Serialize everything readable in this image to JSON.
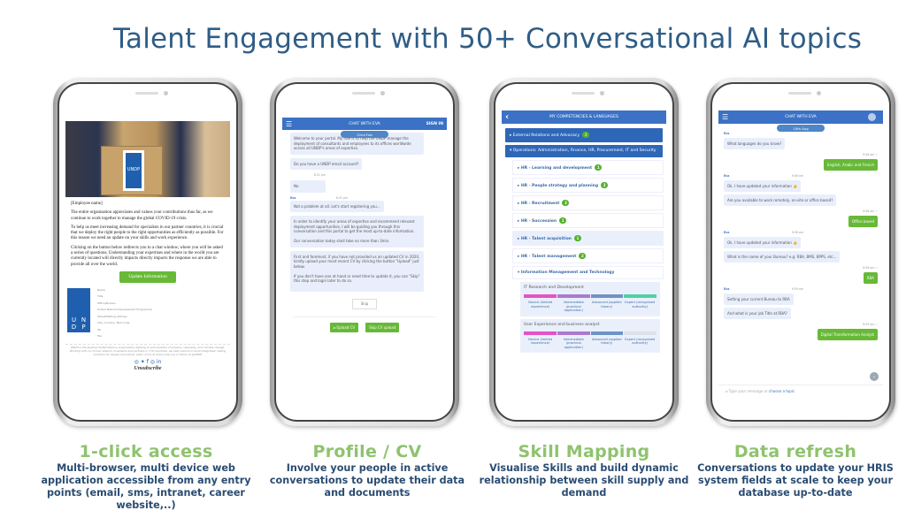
{
  "title": "Talent Engagement with 50+ Conversational AI topics",
  "colors": {
    "title": "#2f5d86",
    "caption_heading": "#8ec36e",
    "caption_body": "#2a4c72",
    "header_blue": "#3b72c5",
    "green": "#67b937"
  },
  "phone1": {
    "box_label": "UNDP",
    "greeting": "[Employee name]",
    "paragraphs": [
      "The entire organisation appreciates and values your contributions thus far, as we continue to work together to manage the global COVID-19 crisis.",
      "To help us meet increasing demand for specialists in our partner countries, it is crucial that we deploy the right people to the right opportunities as efficiently as possible. For this reason we need an update on your skills and work experience.",
      "Clicking on the button below redirects you to a chat window, where you will be asked a series of questions. Understanding your expertises and where in the world you are currently located will directly impacts directly impacts the response we are able to provide all over the world."
    ],
    "button": "Update Information",
    "logo_letters": [
      "U",
      "N",
      "D",
      "P"
    ],
    "signature": [
      "Name",
      "Title",
      "Office/Bureau",
      "United Nations Development Programme",
      "Street/Mailing address",
      "City, Country, Mail Code",
      "Tel",
      "Fax"
    ],
    "footer": "UNDP is the leading United Nations organization fighting to end injustice of poverty, inequality, and climate change. Working with our broad network of experts and partners in 170 countries, we help nations to build integrated, lasting solutions for people and planet. Learn more at www.undp.org or follow at @UNDP.",
    "social": "◎ ✦ f ◎ in",
    "unsubscribe": "Unsubscribe"
  },
  "phone2": {
    "header": "CHAT WITH EVA",
    "menu_icon": "hamburger-icon",
    "sign_in": "SIGN IN",
    "date": "22nd Feb",
    "m1": "Welcome to your portal. My role is to help the UNDP manage the deployment of consultants and employees to its offices worldwide across all UNDP's areas of expertise.",
    "m2": "Do you have a UNDP email account?",
    "t1": "6:31 pm",
    "m3": "No",
    "sender": "Eva",
    "t2": "6:31 pm",
    "m4": "Not a problem at all. Let's start registering you...",
    "m5a": "In order to identify your areas of expertise and recommend relevant deployment opportunities, I will be guiding you through this conversation and this portal to get the most up-to-date information.",
    "m5b": "Our conversation today shall take no more than 3min.",
    "m6a": "First and foremost, if you have not provided us an updated CV in 2020, kindly upload your most recent CV by clicking the button \"Upload\" just below.",
    "m6b": "If you don't have one at hand or need time to update it, you can \"Skip\" this step and login later to do so.",
    "skip": "Skip",
    "upload": "Upload CV",
    "skip_upload": "Skip CV upload"
  },
  "phone3": {
    "header": "MY COMPETENCIES & LANGUAGES",
    "cat1": {
      "label": "External Relations and Advocacy",
      "count": "3"
    },
    "cat2": "Operations: Administration, Finance, HR, Procurement, IT and Security",
    "subs": [
      {
        "label": "HR - Learning and development",
        "count": "1"
      },
      {
        "label": "HR - People strategy and planning",
        "count": "2"
      },
      {
        "label": "HR - Recruitment",
        "count": "2"
      },
      {
        "label": "HR - Succession",
        "count": "1"
      },
      {
        "label": "HR - Talent acquisition",
        "count": "1"
      },
      {
        "label": "HR - Talent management",
        "count": "2"
      }
    ],
    "sub_open": "Information Management and Technology",
    "levels": [
      "Novice (limited experience)",
      "Intermediate (practical application)",
      "Advanced (applied theory)",
      "Expert (recognized authority)"
    ],
    "skills": [
      {
        "name": "IT Research and Development",
        "level": 4
      },
      {
        "name": "User Experience and business analyst",
        "level": 3
      }
    ]
  },
  "phone4": {
    "header": "CHAT WITH EVA",
    "date": "10th Aug",
    "msgs": [
      {
        "from": "eva",
        "text": "What languages do you know?",
        "meta": "Eva"
      },
      {
        "from": "user",
        "text": "English, Arabic and French",
        "meta": "9:58 am ✓"
      },
      {
        "from": "eva",
        "text": "Ok. I have updated your information 👍",
        "meta": "Eva",
        "time": "9:58 am"
      },
      {
        "from": "eva",
        "text": "Are you available to work remotely, on-site or office based?"
      },
      {
        "from": "user",
        "text": "Office based",
        "meta": "9:58 am ✓"
      },
      {
        "from": "eva",
        "text": "Ok. I have updated your information 👍",
        "meta": "Eva",
        "time": "9:58 am"
      },
      {
        "from": "eva",
        "text": "What is the name of your Bureau? e.g: RBA, BMS, BPPS, etc..."
      },
      {
        "from": "user",
        "text": "RBA",
        "meta": "9:58 am ✓"
      },
      {
        "from": "eva",
        "text": "Setting your current Bureau to RBA",
        "meta": "Eva",
        "time": "9:59 am"
      },
      {
        "from": "eva",
        "text": "And what is your job Title at RBA?"
      },
      {
        "from": "user",
        "text": "Digital Transformation Analyst",
        "meta": "9:59 am ✓"
      }
    ],
    "input_placeholder": "Type your message or",
    "choose_topic": "choose a topic"
  },
  "captions": [
    {
      "heading": "1-click access",
      "body": "Multi-browser, multi device web application accessible from any entry points (email, sms, intranet, career website,..)"
    },
    {
      "heading": "Profile / CV",
      "body": "Involve your people in active conversations to update their data and documents"
    },
    {
      "heading": "Skill Mapping",
      "body": "Visualise Skills and build dynamic relationship between skill supply and demand"
    },
    {
      "heading": "Data refresh",
      "body": "Conversations to update your HRIS system fields at scale to keep your database up-to-date"
    }
  ]
}
